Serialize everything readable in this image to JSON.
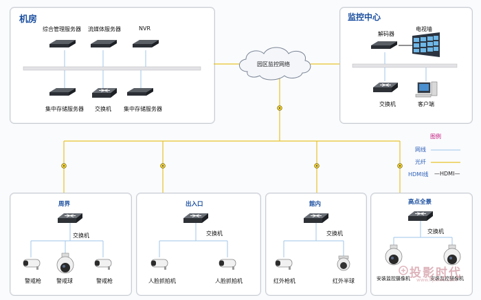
{
  "colors": {
    "lan": "#9fc5e8",
    "fiber": "#e8c22a",
    "title": "#1b4fa0",
    "legend_title": "#c0147a",
    "legend_text": "#2a5fb8"
  },
  "server_room": {
    "title": "机房",
    "top_devices": [
      "综合管理服务器",
      "流媒体服务器",
      "NVR"
    ],
    "bottom_devices": [
      "集中存储服务器",
      "交换机",
      "集中存储服务器"
    ]
  },
  "monitor_center": {
    "title": "监控中心",
    "devices": [
      "解码器",
      "电视墙",
      "交换机",
      "客户端"
    ]
  },
  "cloud": {
    "label": "园区监控网络"
  },
  "legend": {
    "title": "图例",
    "lan": "网线",
    "fiber": "光纤",
    "hdmi_label": "HDMI线",
    "hdmi_sample": "—HDMI—"
  },
  "sites": [
    {
      "title": "周界",
      "switch": "交换机",
      "cameras": [
        "警戒枪",
        "警戒球",
        "警戒枪"
      ]
    },
    {
      "title": "出入口",
      "switch": "交换机",
      "cameras": [
        "人脸抓拍机",
        "人脸抓拍机"
      ]
    },
    {
      "title": "館内",
      "switch": "交换机",
      "cameras": [
        "红外枪机",
        "红外半球"
      ]
    },
    {
      "title": "高点全景",
      "switch": "交换机",
      "cameras": [
        "安装监控摄像机",
        "安装监控摄像机"
      ]
    }
  ],
  "watermark": {
    "brand": "投影时代",
    "url": "www.PjTime.com"
  }
}
